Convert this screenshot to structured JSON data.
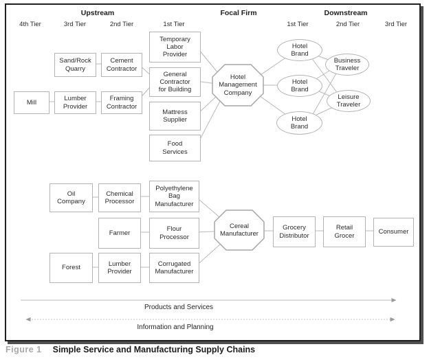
{
  "figure_caption": {
    "label": "Figure 1",
    "title": "Simple Service and Manufacturing Supply Chains"
  },
  "headers": {
    "upstream": "Upstream",
    "focal": "Focal Firm",
    "downstream": "Downstream"
  },
  "tiers": {
    "up4": "4th Tier",
    "up3": "3rd Tier",
    "up2": "2nd Tier",
    "up1": "1st Tier",
    "down1": "1st Tier",
    "down2": "2nd Tier",
    "down3": "3rd Tier"
  },
  "service_chain": {
    "mill": "Mill",
    "sand_rock_quarry": "Sand/Rock Quarry",
    "lumber_provider": "Lumber Provider",
    "cement_contractor": "Cement Contractor",
    "framing_contractor": "Framing Contractor",
    "temporary_labor_provider": "Temporary Labor Provider",
    "general_contractor": "General Contractor for Building",
    "mattress_supplier": "Mattress Supplier",
    "food_services": "Food Services",
    "focal_firm": "Hotel Management Company",
    "hotel_brand": "Hotel Brand",
    "business_traveler": "Business Traveler",
    "leisure_traveler": "Leisure Traveler"
  },
  "manufacturing_chain": {
    "oil_company": "Oil Company",
    "chemical_processor": "Chemical Processor",
    "polyethylene_bag_manufacturer": "Polyethylene Bag Manufacturer",
    "farmer": "Farmer",
    "flour_processor": "Flour Processor",
    "forest": "Forest",
    "lumber_provider": "Lumber Provider",
    "corrugated_manufacturer": "Corrugated Manufacturer",
    "focal_firm": "Cereal Manufacturer",
    "grocery_distributor": "Grocery Distributor",
    "retail_grocer": "Retail Grocer",
    "consumer": "Consumer"
  },
  "flows": {
    "products": "Products and Services",
    "information": "Information and Planning"
  },
  "colors": {
    "node_border": "#b3b3b3",
    "connector": "#b9b9b9",
    "octagon_border": "#a6a6a6",
    "frame_border": "#1f1f1f",
    "frame_shadow": "#4f4f4f",
    "caption_label": "#a8a8a8",
    "text": "#2a2a2a"
  }
}
